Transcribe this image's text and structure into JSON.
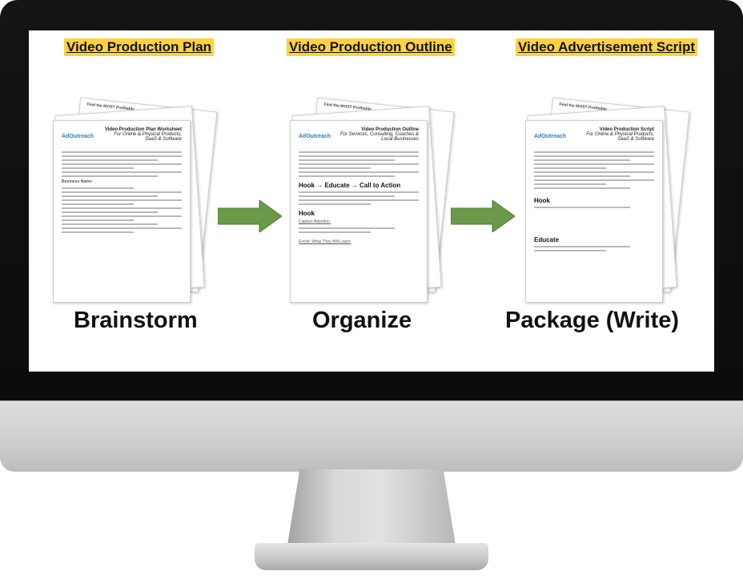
{
  "columns": [
    {
      "title": "Video Production Plan",
      "label": "Brainstorm",
      "doc_heading": "Video Production Plan Worksheet",
      "doc_sub": "For Online & Physical Products, SaaS & Software",
      "doc_sections": [
        "Business Name:"
      ]
    },
    {
      "title": "Video Production Outline",
      "label": "Organize",
      "doc_heading": "Video Production Outline",
      "doc_sub": "For Services, Consulting, Coaches & Local Businesses",
      "doc_sections": [
        "Hook → Educate → Call to Action",
        "Hook",
        "Capture Attention:",
        "Excite: What They Will Learn:"
      ]
    },
    {
      "title": "Video Advertisement Script",
      "label": "Package (Write)",
      "doc_heading": "Video Production Script",
      "doc_sub": "For Online & Physical Products, SaaS & Software",
      "doc_sections": [
        "Hook",
        "Educate"
      ]
    }
  ],
  "doc_logo": "AdOutreach",
  "back_page_text": "Find the MOST Profitable",
  "colors": {
    "highlight": "#ffd23b",
    "arrow": "#6a9a48",
    "frame": "#111111"
  }
}
